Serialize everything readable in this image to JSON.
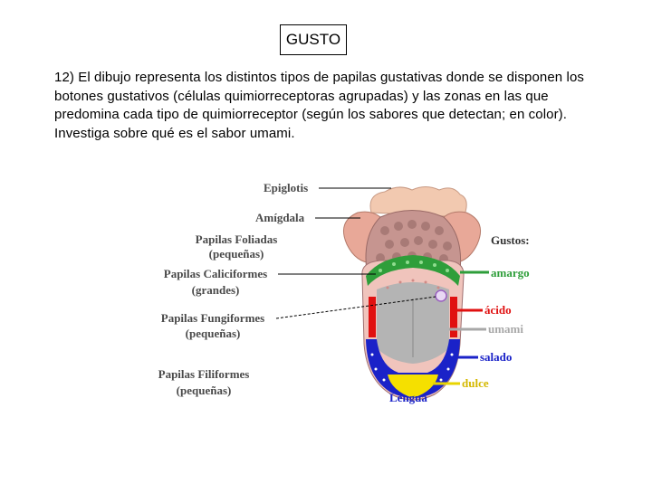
{
  "title": "GUSTO",
  "question": "12) El dibujo representa los distintos tipos de papilas gustativas donde se disponen los botones gustativos (células quimiorreceptoras agrupadas) y las zonas en las que predomina cada tipo de quimiorreceptor (según los sabores que detectan; en color). Investiga sobre qué es el sabor umami.",
  "diagram": {
    "labels": {
      "epiglotis": "Epiglotis",
      "amigdala": "Amígdala",
      "foliadas_1": "Papilas Foliadas",
      "foliadas_2": "(pequeñas)",
      "caliciformes_1": "Papilas Caliciformes",
      "caliciformes_2": "(grandes)",
      "fungiformes_1": "Papilas Fungiformes",
      "fungiformes_2": "(pequeñas)",
      "filiformes_1": "Papilas Filiformes",
      "filiformes_2": "(pequeñas)",
      "lengua": "Lengua"
    },
    "legend": {
      "title": "Gustos:",
      "items": [
        {
          "label": "amargo",
          "color": "#2e9e3a"
        },
        {
          "label": "ácido",
          "color": "#e01010"
        },
        {
          "label": "umami",
          "color": "#a8a8a8"
        },
        {
          "label": "salado",
          "color": "#1a22c8"
        },
        {
          "label": "dulce",
          "color": "#e8d400"
        }
      ]
    }
  }
}
